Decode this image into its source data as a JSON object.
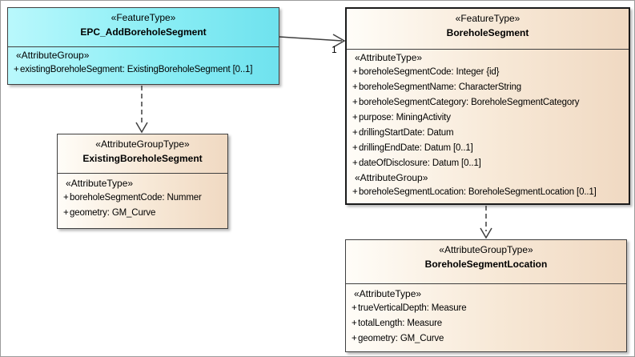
{
  "diagram": {
    "classes": {
      "epc_add_borehole_segment": {
        "stereotype": "«FeatureType»",
        "name": "EPC_AddBoreholeSegment",
        "attribute_group_label": "«AttributeGroup»",
        "group_attributes": [
          {
            "vis": "+",
            "text": "existingBoreholeSegment: ExistingBoreholeSegment [0..1]"
          }
        ]
      },
      "borehole_segment": {
        "stereotype": "«FeatureType»",
        "name": "BoreholeSegment",
        "attribute_type_label": "«AttributeType»",
        "attributes": [
          {
            "vis": "+",
            "text": "boreholeSegmentCode: Integer {id}"
          },
          {
            "vis": "+",
            "text": "boreholeSegmentName: CharacterString"
          },
          {
            "vis": "+",
            "text": "boreholeSegmentCategory: BoreholeSegmentCategory"
          },
          {
            "vis": "+",
            "text": "purpose: MiningActivity"
          },
          {
            "vis": "+",
            "text": "drillingStartDate: Datum"
          },
          {
            "vis": "+",
            "text": "drillingEndDate: Datum [0..1]"
          },
          {
            "vis": "+",
            "text": "dateOfDisclosure: Datum [0..1]"
          }
        ],
        "attribute_group_label": "«AttributeGroup»",
        "group_attributes": [
          {
            "vis": "+",
            "text": "boreholeSegmentLocation: BoreholeSegmentLocation [0..1]"
          }
        ]
      },
      "existing_borehole_segment": {
        "stereotype": "«AttributeGroupType»",
        "name": "ExistingBoreholeSegment",
        "attribute_type_label": "«AttributeType»",
        "attributes": [
          {
            "vis": "+",
            "text": "boreholeSegmentCode: Nummer"
          },
          {
            "vis": "+",
            "text": "geometry: GM_Curve"
          }
        ]
      },
      "borehole_segment_location": {
        "stereotype": "«AttributeGroupType»",
        "name": "BoreholeSegmentLocation",
        "attribute_type_label": "«AttributeType»",
        "attributes": [
          {
            "vis": "+",
            "text": "trueVerticalDepth: Measure"
          },
          {
            "vis": "+",
            "text": "totalLength: Measure"
          },
          {
            "vis": "+",
            "text": "geometry: GM_Curve"
          }
        ]
      }
    },
    "connectors": {
      "association_multiplicity": "1"
    },
    "colors": {
      "feature_type_fill": "#8beef5",
      "default_fill_left": "#fffdf8",
      "default_fill_right": "#f0d9c2",
      "border": "#3f3f3f"
    }
  }
}
